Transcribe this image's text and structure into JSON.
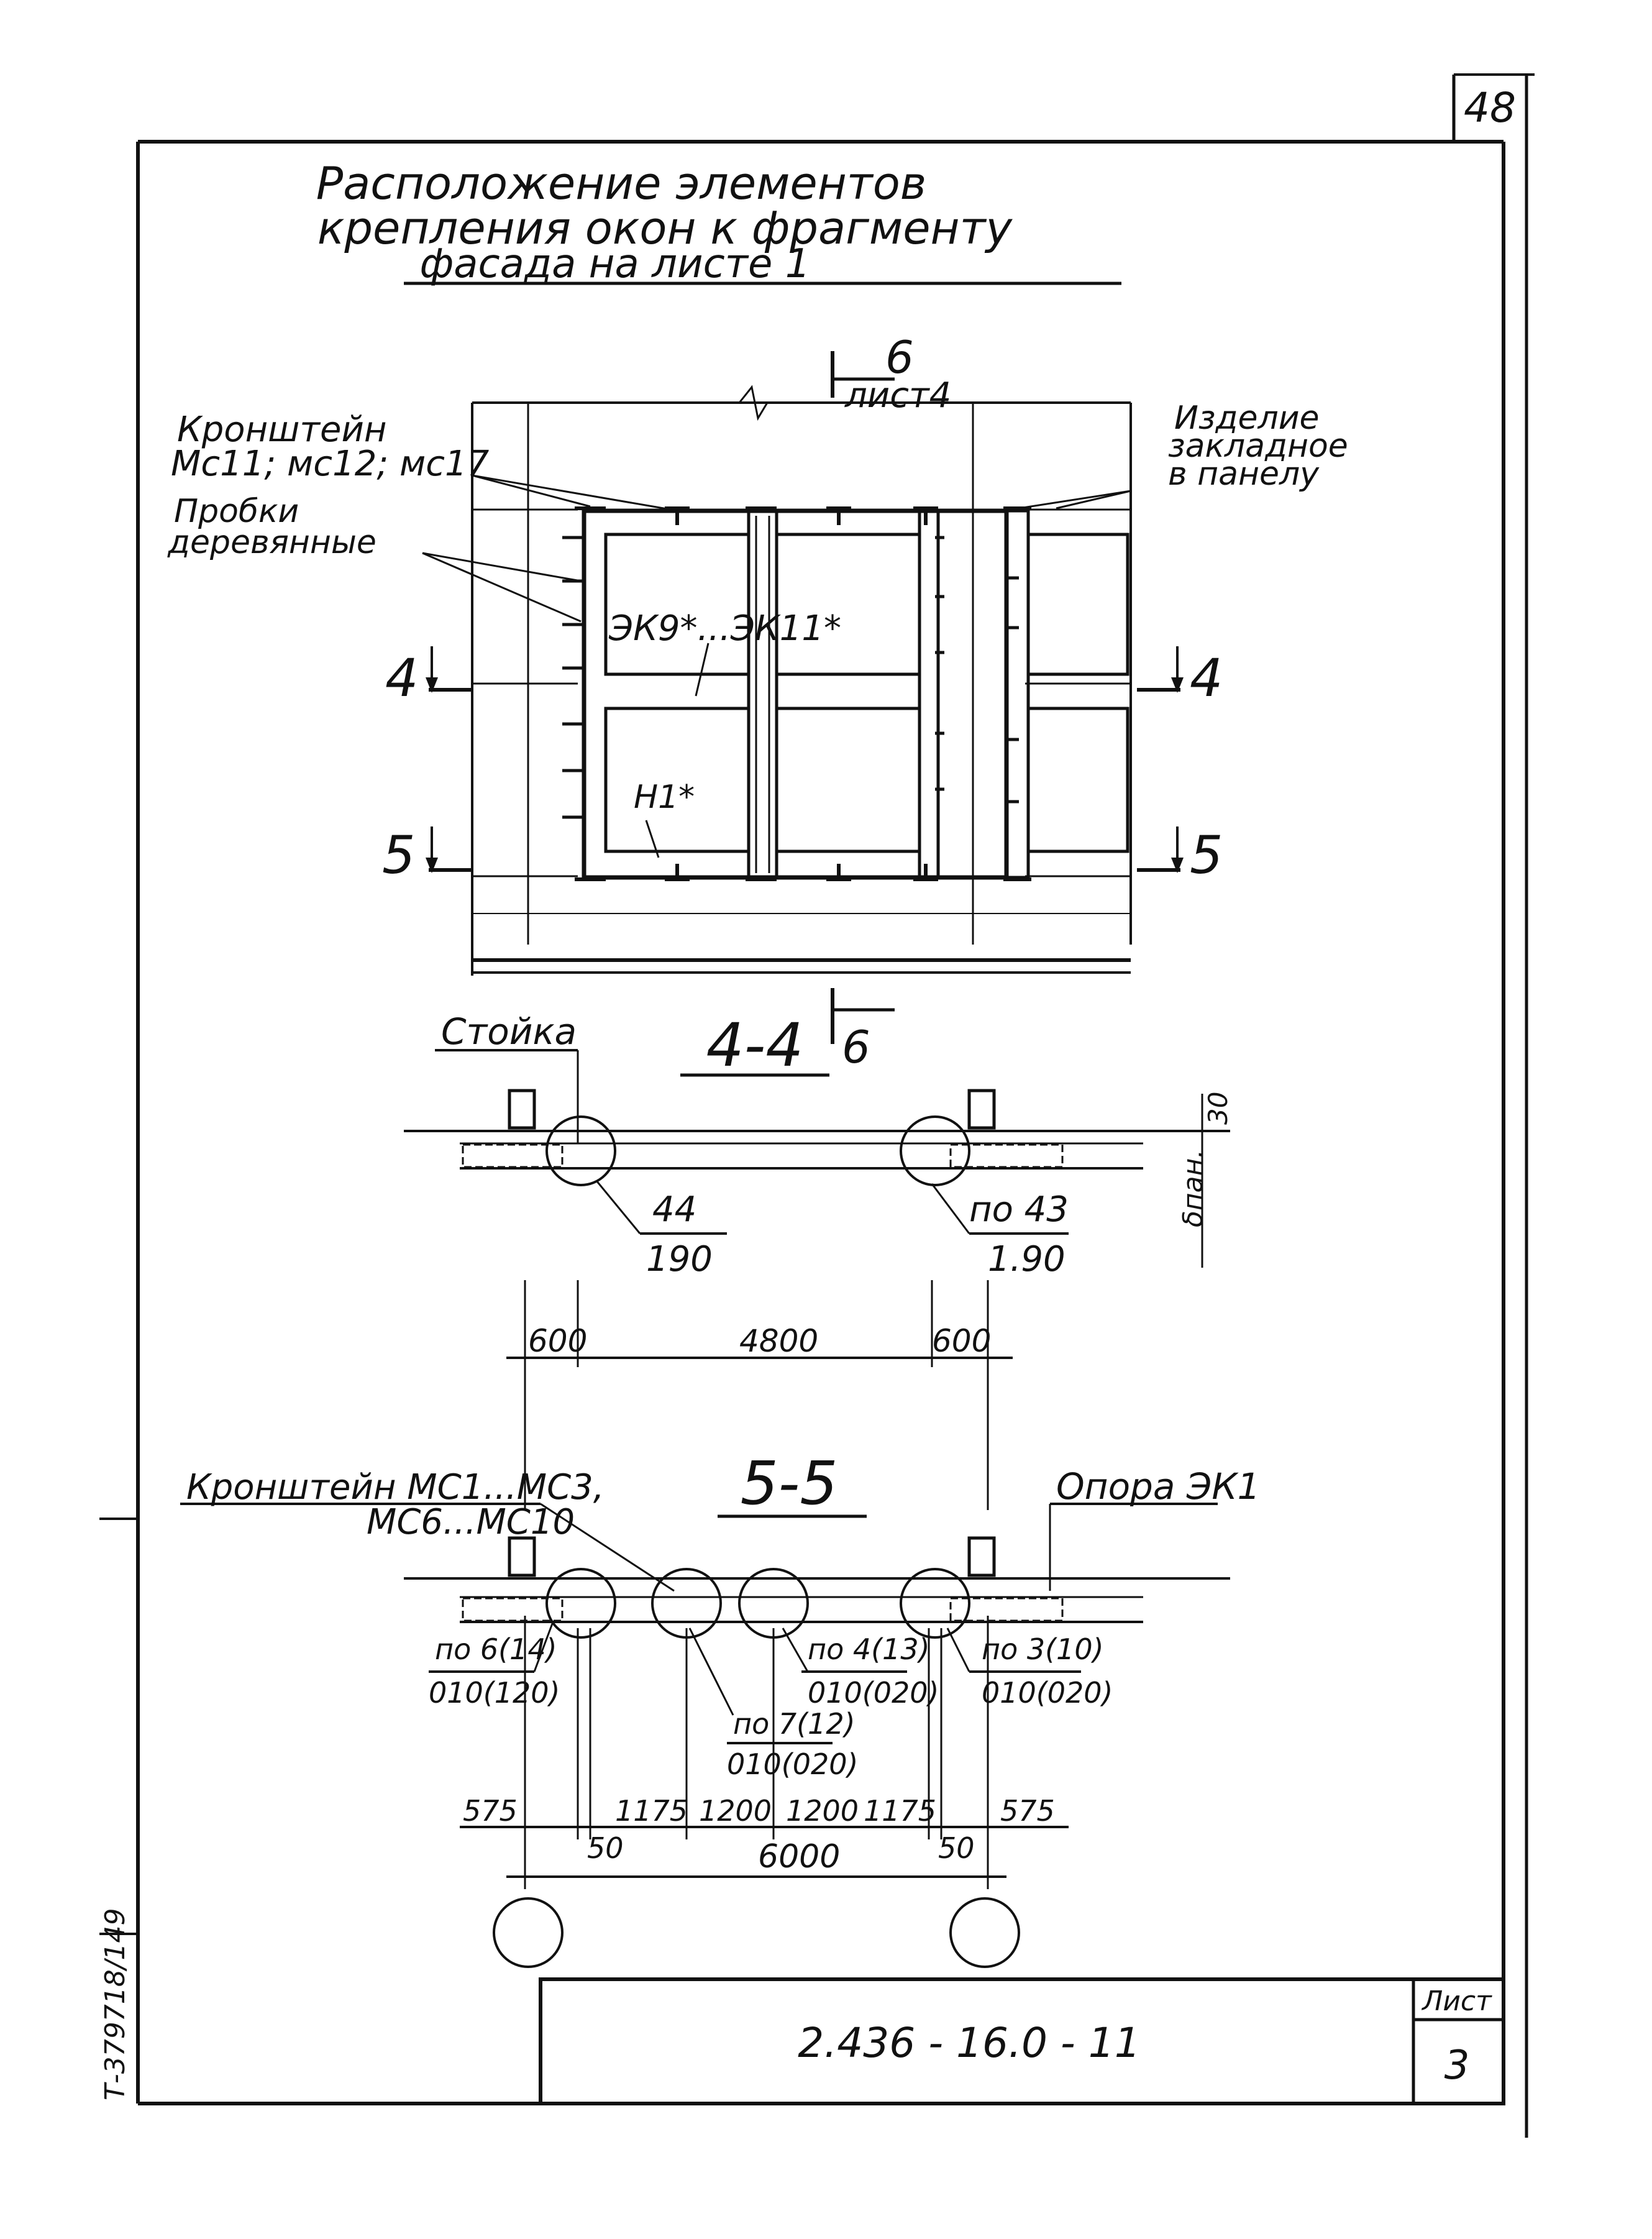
{
  "sheet_top_number": "48",
  "title": {
    "line1": "Расположение элементов",
    "line2": "крепления окон к фрагменту",
    "line3": "фасада на листе 1"
  },
  "section6": {
    "num": "6",
    "sheet": "лист4"
  },
  "labels": {
    "bracket_top_1": "Кронштейн",
    "bracket_top_2": "Мс11; мс12; мс17",
    "plugs_1": "Пробки",
    "plugs_2": "деревянные",
    "embedded_1": "Изделие",
    "embedded_2": "закладное",
    "embedded_3": "в панелу",
    "ek": "ЭК9*...ЭК11*",
    "n1": "Н1*",
    "cut4": "4",
    "cut5": "5",
    "cut6": "6",
    "stand": "Стойка",
    "bracket_bottom_1": "Кронштейн МС1...МС3,",
    "bracket_bottom_2": "МС6...МС10",
    "support": "Опора ЭК1",
    "pan": "δпан."
  },
  "section44": {
    "title": "4-4",
    "callout_left_top": "44",
    "callout_left_bottom": "190",
    "callout_right_top": "по 43",
    "callout_right_bottom": "1.90",
    "dim_30": "30",
    "dims": [
      "600",
      "4800",
      "600"
    ]
  },
  "section55": {
    "title": "5-5",
    "callout_a_top": "по 6(14)",
    "callout_a_bottom": "010(120)",
    "callout_b_top": "по 7(12)",
    "callout_b_bottom": "010(020)",
    "callout_c_top": "по 4(13)",
    "callout_c_bottom": "010(020)",
    "callout_d_top": "по 3(10)",
    "callout_d_bottom": "010(020)",
    "dims": [
      "575",
      "1175",
      "1200",
      "1200",
      "1175",
      "575"
    ],
    "dims_small": [
      "50",
      "50"
    ],
    "total": "6000"
  },
  "stamp": {
    "doc_code": "2.436 - 16.0 - 11",
    "sheet_label": "Лист",
    "sheet_number": "3",
    "side_inventory": "Т-379718/149"
  }
}
